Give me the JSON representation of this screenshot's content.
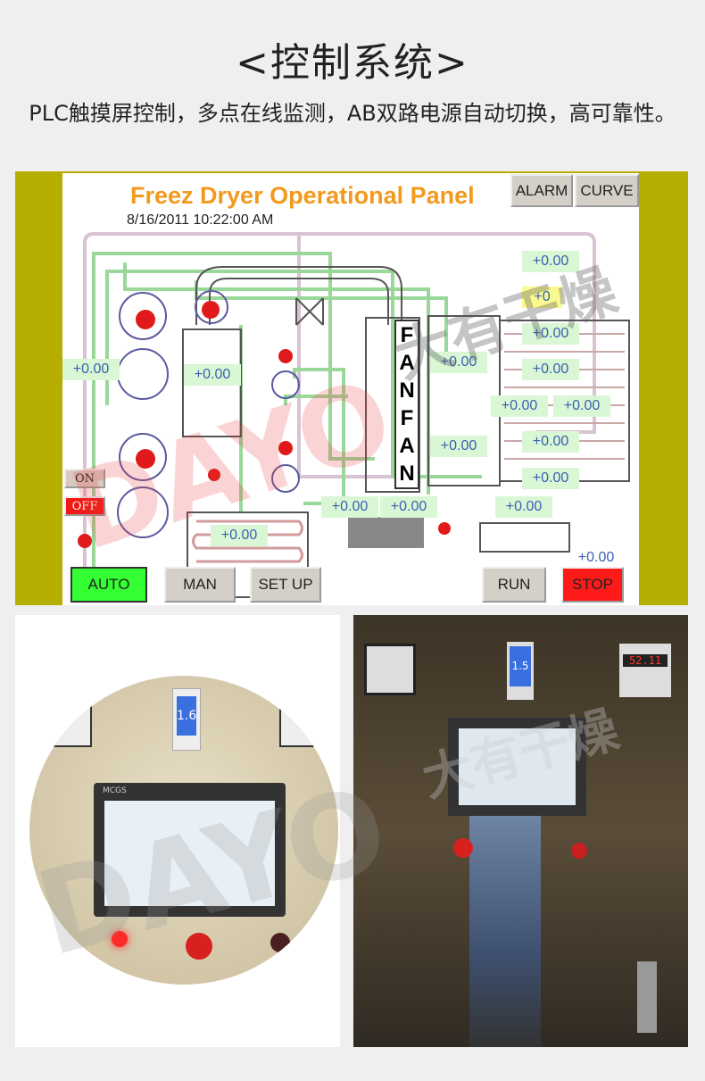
{
  "header": {
    "title": "<控制系统>",
    "description": "PLC触摸屏控制，多点在线监测，AB双路电源自动切换，高可靠性。"
  },
  "panel": {
    "title": "Freez Dryer Operational Panel",
    "datetime": "8/16/2011 10:22:00 AM",
    "buttons": {
      "alarm": "ALARM",
      "curve": "CURVE",
      "on": "ON",
      "off": "OFF",
      "auto": "AUTO",
      "man": "MAN",
      "setup": "SET UP",
      "run": "RUN",
      "stop": "STOP"
    },
    "fan_labels": [
      "F",
      "A",
      "N",
      "F",
      "A",
      "N"
    ],
    "values": [
      "+0.00",
      "+0",
      "+0.00",
      "+0.00",
      "+0.00",
      "+0.00",
      "+0.00",
      "+0.00",
      "+0.00",
      "+0.00",
      "+0.00",
      "+0.00",
      "+0.00",
      "+0.00",
      "+0.00",
      "+0.00",
      "+0.00"
    ],
    "colors": {
      "bezel": "#b5ad00",
      "title": "#f39a1e",
      "auto": "#33ff33",
      "stop": "#ff1a1a",
      "value_bg": "#d9f7d4"
    }
  },
  "watermark": {
    "brand": "DAYO",
    "cn": "大有干燥"
  },
  "photos": {
    "left_screen_brand": "MCGS",
    "left_gauge": "1.6",
    "right_gauge": "1.5",
    "right_meter": "52.11"
  }
}
